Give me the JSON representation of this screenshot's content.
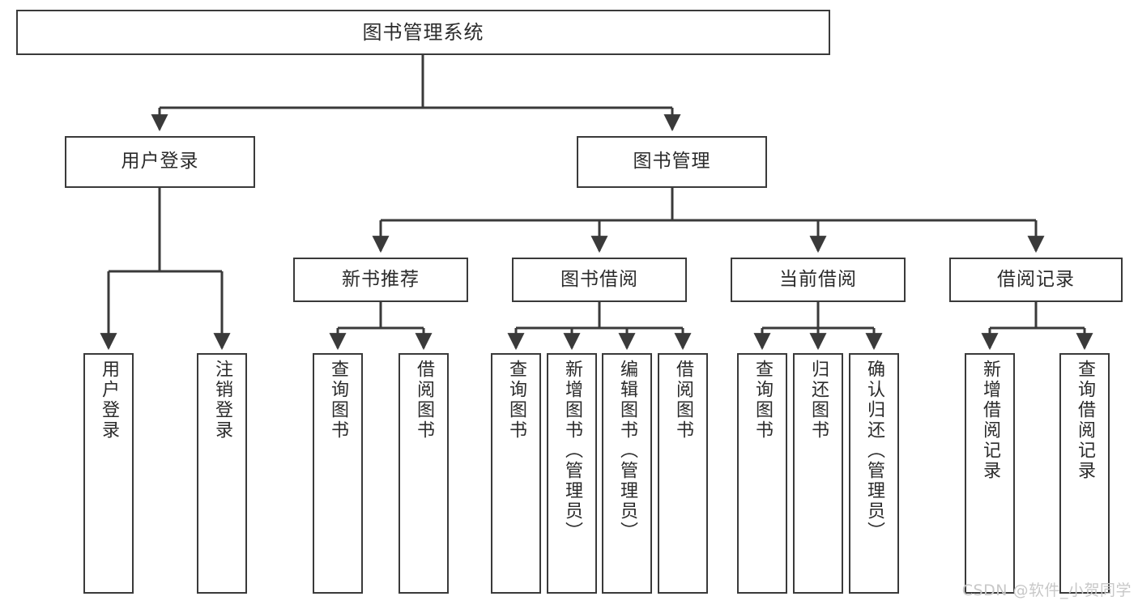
{
  "diagram": {
    "title": "图书管理系统",
    "root": {
      "label": "图书管理系统"
    },
    "level2": [
      {
        "label": "用户登录"
      },
      {
        "label": "图书管理"
      }
    ],
    "level3": [
      {
        "label": "新书推荐"
      },
      {
        "label": "图书借阅"
      },
      {
        "label": "当前借阅"
      },
      {
        "label": "借阅记录"
      }
    ],
    "leaves": {
      "user_login": [
        {
          "label": "用户登录"
        },
        {
          "label": "注销登录"
        }
      ],
      "new_book": [
        {
          "label": "查询图书"
        },
        {
          "label": "借阅图书"
        }
      ],
      "borrow_book": [
        {
          "label": "查询图书"
        },
        {
          "label": "新增图书（管理员）"
        },
        {
          "label": "编辑图书（管理员）"
        },
        {
          "label": "借阅图书"
        }
      ],
      "current_borrow": [
        {
          "label": "查询图书"
        },
        {
          "label": "归还图书"
        },
        {
          "label": "确认归还（管理员）"
        }
      ],
      "borrow_record": [
        {
          "label": "新增借阅记录"
        },
        {
          "label": "查询借阅记录"
        }
      ]
    }
  },
  "watermark": {
    "text": "CSDN @软件_小贺同学"
  },
  "colors": {
    "border": "#3a3a3a",
    "text": "#2b2b2b",
    "background": "#ffffff",
    "watermark": "#c8c8c8"
  }
}
